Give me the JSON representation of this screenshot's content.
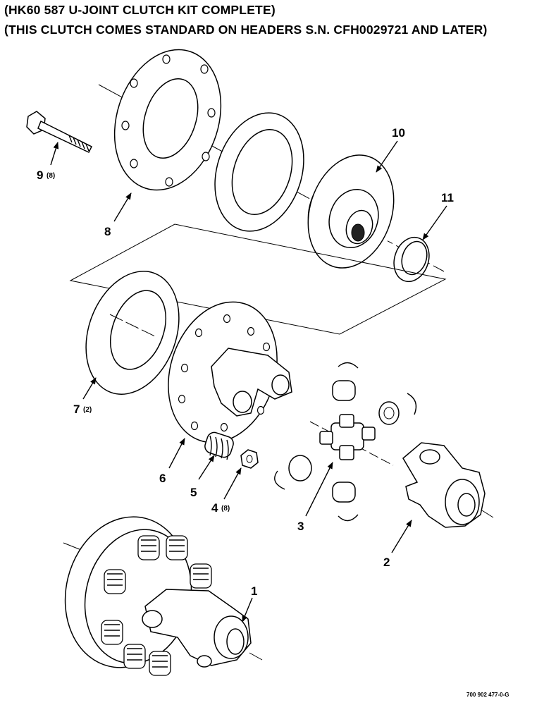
{
  "header": {
    "line1": "(HK60 587 U-JOINT CLUTCH KIT COMPLETE)",
    "line2": "(THIS CLUTCH COMES STANDARD ON HEADERS S.N. CFH0029721 AND LATER)"
  },
  "callouts": [
    {
      "num": "1",
      "qty": ""
    },
    {
      "num": "2",
      "qty": ""
    },
    {
      "num": "3",
      "qty": ""
    },
    {
      "num": "4",
      "qty": "(8)"
    },
    {
      "num": "5",
      "qty": ""
    },
    {
      "num": "6",
      "qty": ""
    },
    {
      "num": "7",
      "qty": "(2)"
    },
    {
      "num": "8",
      "qty": ""
    },
    {
      "num": "9",
      "qty": "(8)"
    },
    {
      "num": "10",
      "qty": ""
    },
    {
      "num": "11",
      "qty": ""
    }
  ],
  "drawing_code": "700 902 477-0-G"
}
